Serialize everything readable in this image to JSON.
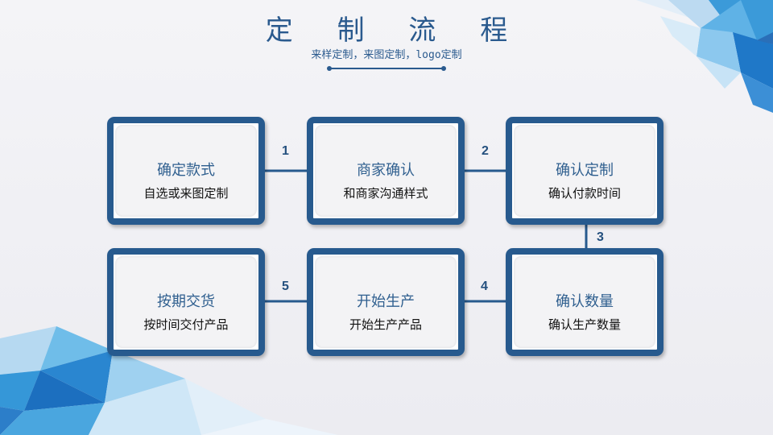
{
  "header": {
    "title": "定 制 流 程",
    "subtitle": "来样定制，来图定制，logo定制"
  },
  "steps": [
    {
      "number": "1",
      "title": "确定款式",
      "desc": "自选或来图定制"
    },
    {
      "number": "2",
      "title": "商家确认",
      "desc": "和商家沟通样式"
    },
    {
      "number": "3",
      "title": "确认定制",
      "desc": "确认付款时间"
    },
    {
      "number": "4",
      "title": "确认数量",
      "desc": "确认生产数量"
    },
    {
      "number": "5",
      "title": "开始生产",
      "desc": "开始生产产品"
    },
    {
      "title": "按期交货",
      "desc": "按时间交付产品"
    }
  ],
  "colors": {
    "primary": "#275a8e",
    "title_text": "#2f5f8f",
    "background": "#f0f0f4",
    "accent_light": "#6ec3ee"
  }
}
